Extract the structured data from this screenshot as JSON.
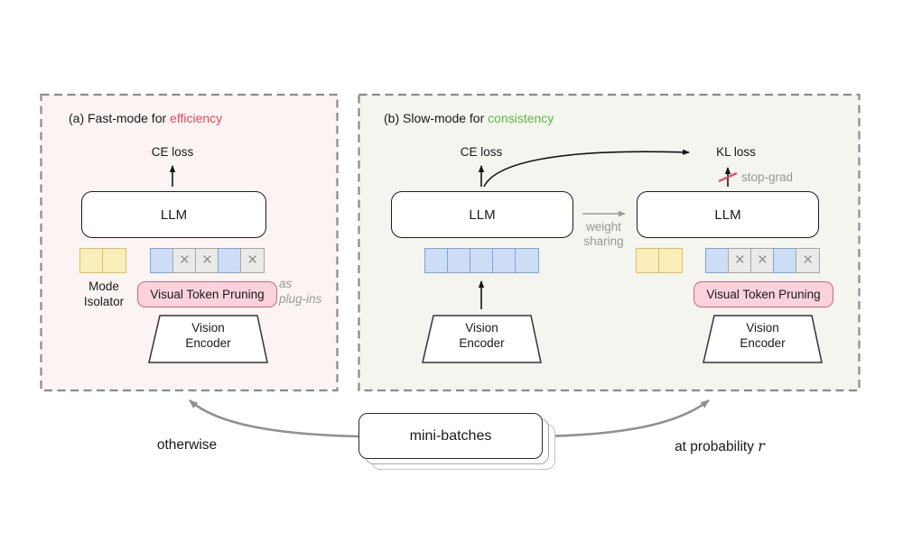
{
  "colors": {
    "panel_a_bg": "#fbf4f3",
    "panel_b_bg": "#f3f5ee",
    "panel_border": "#8b8b8b",
    "highlight_efficiency": "#e8455c",
    "highlight_consistency": "#5bbb46",
    "token_yellow_fill": "#faeebb",
    "token_yellow_border": "#ddc058",
    "token_blue_fill": "#cdddf5",
    "token_blue_border": "#83a2d7",
    "token_gray_fill": "#eaeae8",
    "token_gray_border": "#a6a6a6",
    "pruning_fill": "#f9d2dc",
    "pruning_border": "#d5647e",
    "stop_grad_slash": "#e0556b",
    "gray_text": "#999999",
    "big_arrow_gray": "#909090"
  },
  "glyphs": {
    "token_pruned_glyph": "×"
  },
  "panel_a": {
    "title_prefix": "(a) Fast-mode for ",
    "title_highlight": "efficiency",
    "ce_loss_label": "CE loss",
    "llm_label": "LLM",
    "mode_isolator_line1": "Mode",
    "mode_isolator_line2": "Isolator",
    "pruning_label": "Visual Token Pruning",
    "plugins_line1": "as",
    "plugins_line2": "plug-ins",
    "text_tokens": [
      "yellow",
      "yellow"
    ],
    "visual_tokens": [
      "blue",
      "pruned",
      "pruned",
      "blue",
      "pruned"
    ],
    "vision_encoder": {
      "line1": "Vision",
      "line2": "Encoder"
    }
  },
  "panel_b": {
    "title_prefix": "(b) Slow-mode for ",
    "title_highlight": "consistency",
    "ce_loss_label": "CE loss",
    "kl_loss_label": "KL loss",
    "stop_grad_label": "stop-grad",
    "weight_sharing_line1": "weight",
    "weight_sharing_line2": "sharing",
    "llm_left_label": "LLM",
    "llm_right_label": "LLM",
    "visual_tokens_full": [
      "blue",
      "blue",
      "blue",
      "blue",
      "blue"
    ],
    "text_tokens_right": [
      "yellow",
      "yellow"
    ],
    "visual_tokens_pruned": [
      "blue",
      "pruned",
      "pruned",
      "blue",
      "pruned"
    ],
    "pruning_label": "Visual Token Pruning",
    "vision_encoder_left": {
      "line1": "Vision",
      "line2": "Encoder"
    },
    "vision_encoder_right": {
      "line1": "Vision",
      "line2": "Encoder"
    }
  },
  "bottom": {
    "minibatch_label": "mini-batches",
    "left_arrow_label": "otherwise",
    "right_arrow_label_prefix": "at probability ",
    "right_arrow_label_var": "r"
  }
}
